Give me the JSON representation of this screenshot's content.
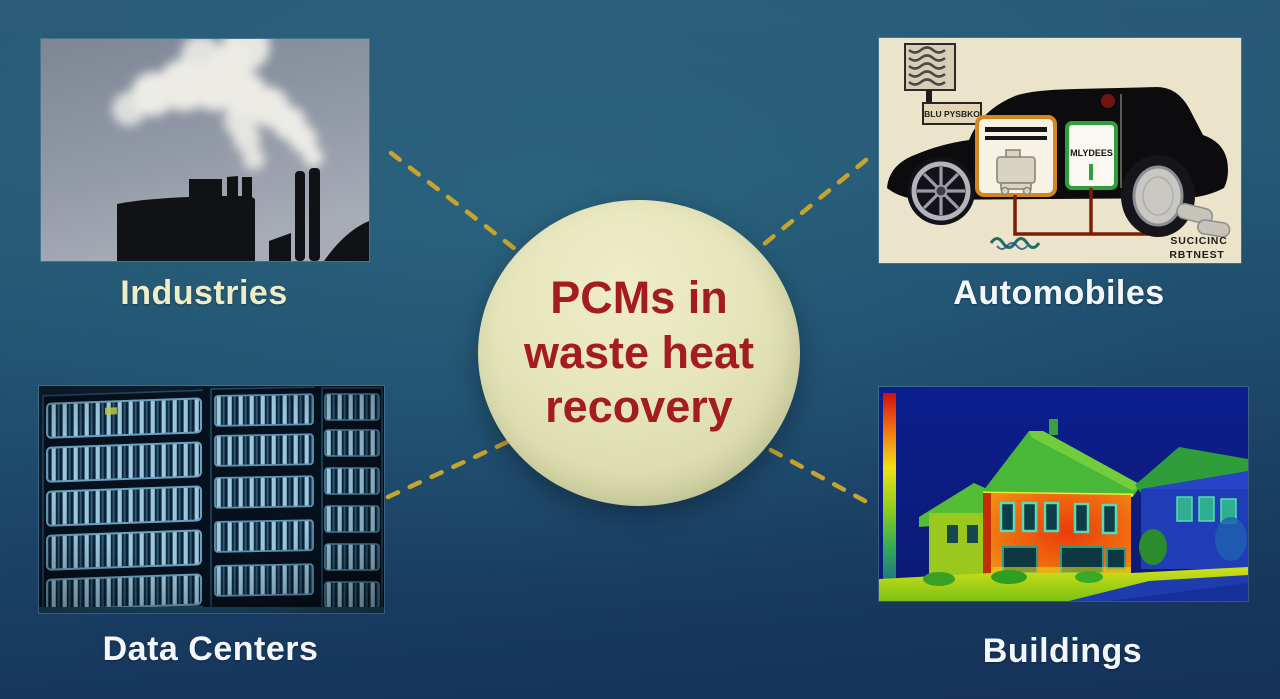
{
  "slide": {
    "type": "concept-diagram",
    "background": {
      "top_color": "#2a5b78",
      "bottom_color": "#15315a"
    },
    "connector": {
      "color": "#c9a42c",
      "style": "dashed"
    }
  },
  "center": {
    "lines": [
      "PCMs in",
      "waste heat",
      "recovery"
    ],
    "text_color": "#a31d1f",
    "fill_color": "#e7e6bd"
  },
  "nodes": [
    {
      "id": "industries",
      "label": "Industries",
      "label_color": "#edeec8",
      "image": "smokestacks-photo"
    },
    {
      "id": "automobiles",
      "label": "Automobiles",
      "label_color": "#f3f7f9",
      "image": "car-thermal-diagram"
    },
    {
      "id": "data-centers",
      "label": "Data Centers",
      "label_color": "#f3f7f9",
      "image": "server-racks-photo"
    },
    {
      "id": "buildings",
      "label": "Buildings",
      "label_color": "#f3f7f9",
      "image": "thermal-house-image"
    }
  ],
  "car_texts": {
    "plate": "BLU PYSBKO",
    "panel": "MLYDEES",
    "note_line1": "SUCICINC",
    "note_line2": "RBTNEST"
  }
}
